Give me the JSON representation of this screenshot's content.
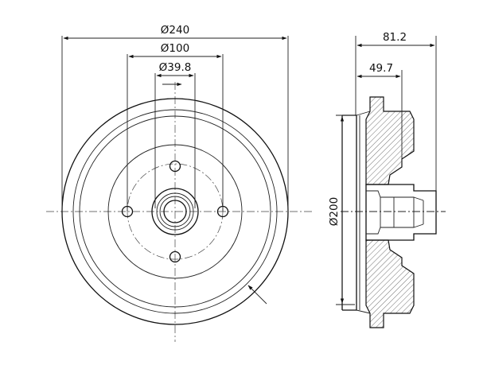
{
  "dimensions": {
    "outer_diameter": "Ø240",
    "bolt_circle_diameter": "Ø100",
    "center_bore_diameter": "Ø39.8",
    "drum_inner_diameter": "Ø200",
    "overall_height": "81.2",
    "hub_height": "49.7"
  },
  "colors": {
    "line": "#111111",
    "background": "#ffffff"
  }
}
